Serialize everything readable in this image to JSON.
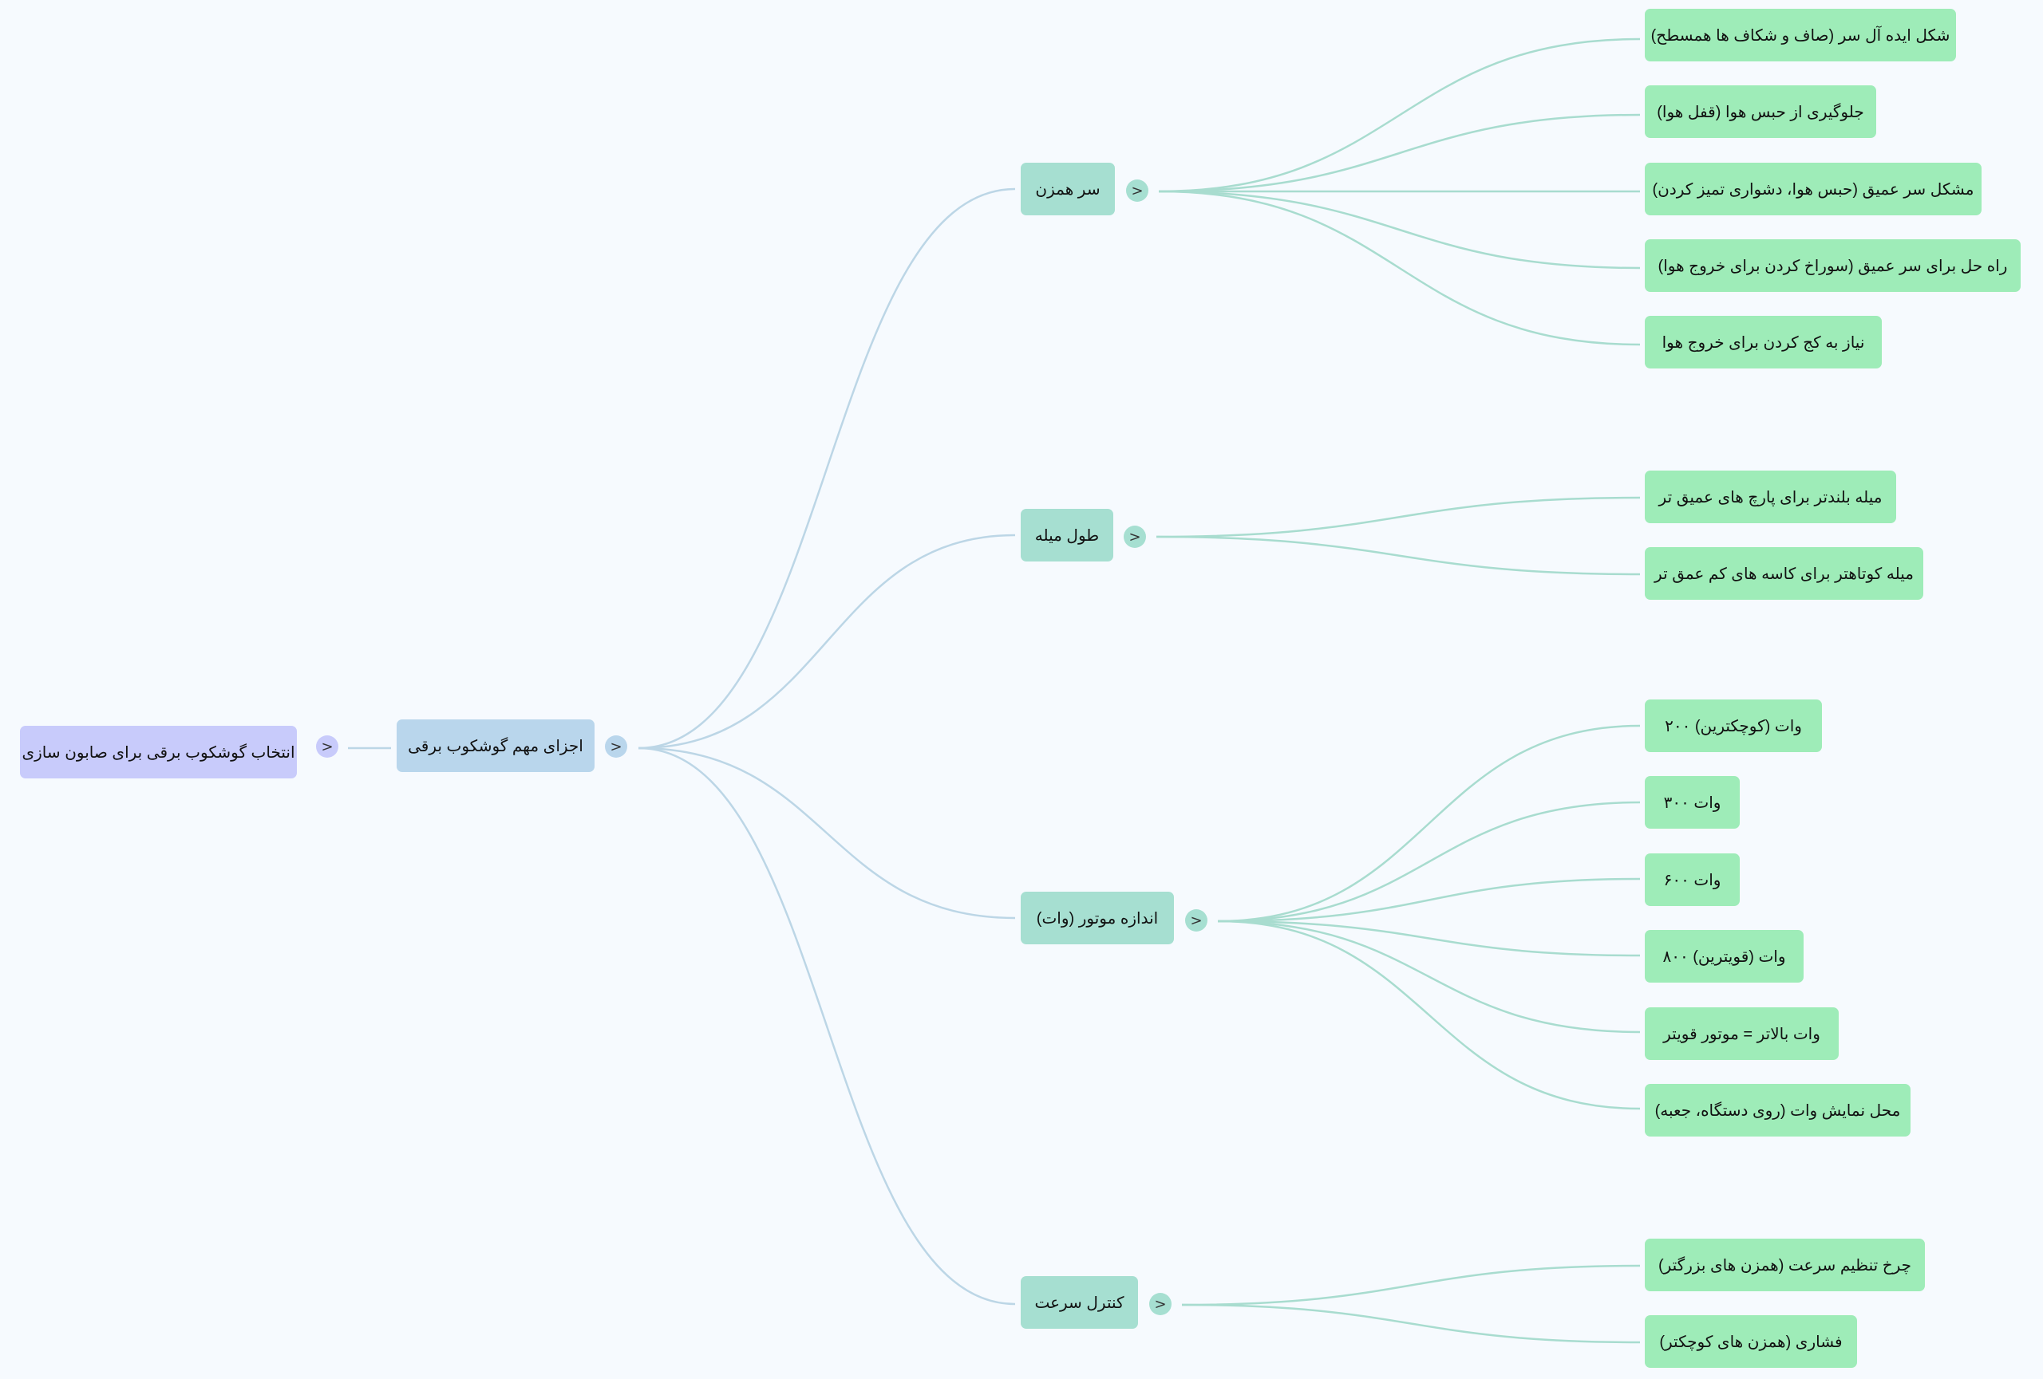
{
  "colors": {
    "background": "#f6fafe",
    "root_node": "#c8cbfb",
    "level1_node": "#b9d6ec",
    "level2_node": "#a6dfd1",
    "leaf_node": "#9eecb8",
    "link_level1": "#bcd6e6",
    "link_level2": "#a8dccf"
  },
  "toggle_symbol": ">",
  "root": {
    "label": "انتخاب گوشکوب برقی برای صابون سازی",
    "child": {
      "label": "اجزای مهم گوشکوب برقی",
      "branches": [
        {
          "label": "سر همزن",
          "leaves": [
            "شکل ایده آل سر (صاف و شکاف ها همسطح)",
            "جلوگیری از حبس هوا (قفل هوا)",
            "مشکل سر عمیق (حبس هوا، دشواری تمیز کردن)",
            "راه حل برای سر عمیق (سوراخ کردن برای خروج هوا)",
            "نیاز به کج کردن برای خروج هوا"
          ]
        },
        {
          "label": "طول میله",
          "leaves": [
            "میله بلندتر برای پارچ های عمیق تر",
            "میله کوتاهتر برای کاسه های کم عمق تر"
          ]
        },
        {
          "label": "اندازه موتور (وات)",
          "leaves": [
            "وات (کوچکترین) ۲۰۰",
            "وات ۳۰۰",
            "وات ۶۰۰",
            "وات (قویترین) ۸۰۰",
            "وات بالاتر = موتور قویتر",
            "محل نمایش وات (روی دستگاه، جعبه)"
          ]
        },
        {
          "label": "کنترل سرعت",
          "leaves": [
            "چرخ تنظیم سرعت (همزن های بزرگتر)",
            "فشاری (همزن های کوچکتر)"
          ]
        }
      ]
    }
  }
}
